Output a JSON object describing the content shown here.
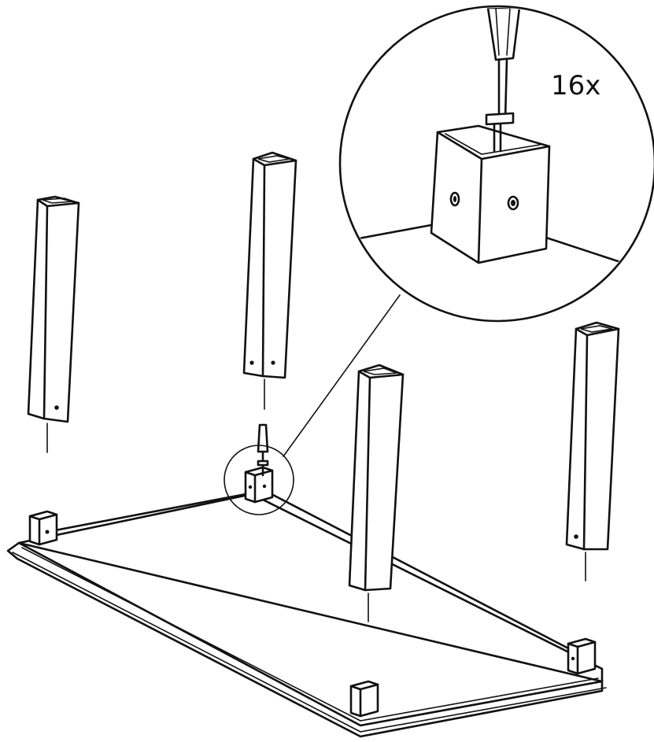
{
  "callout": {
    "quantity_label": "16x"
  },
  "parts": {
    "legs": [
      "leg",
      "leg",
      "leg",
      "leg"
    ],
    "corner_brackets": [
      "corner-bracket",
      "corner-bracket",
      "corner-bracket",
      "corner-bracket"
    ],
    "tool": "screwdriver-icon"
  },
  "colors": {
    "line": "#111111",
    "background": "#ffffff"
  }
}
